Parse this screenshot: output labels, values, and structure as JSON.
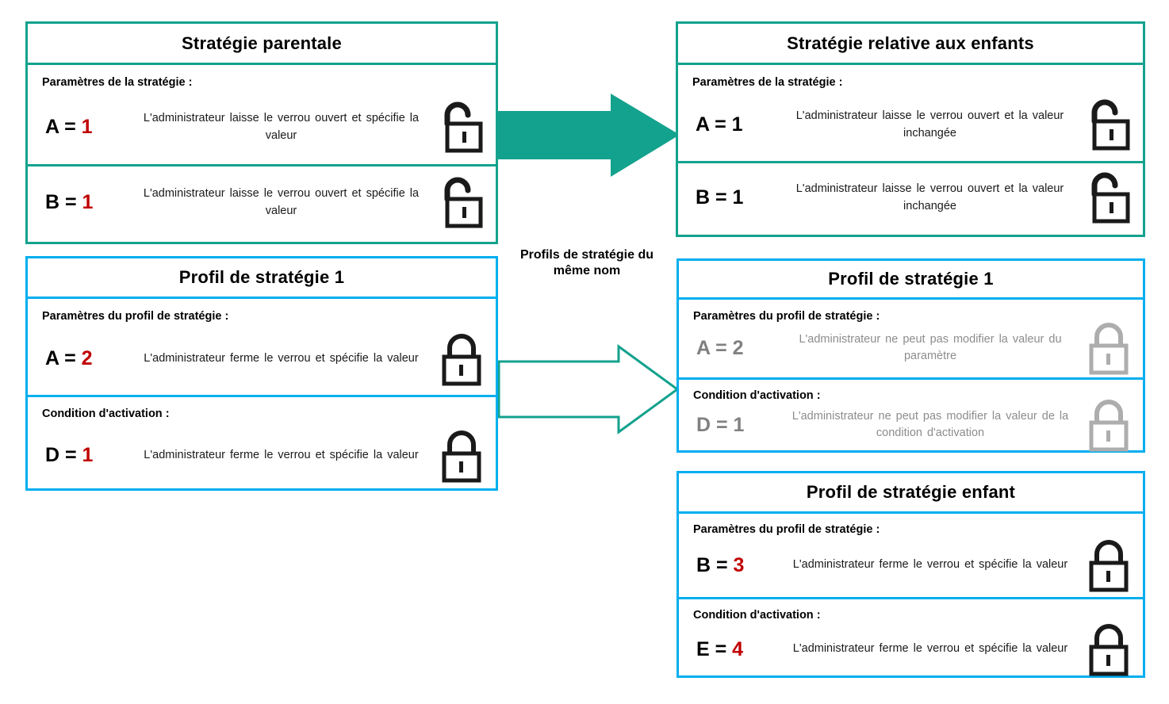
{
  "colors": {
    "teal": "#13a28d",
    "blue": "#00aeef",
    "red": "#c00000",
    "gray": "#808080",
    "black": "#000000",
    "white": "#ffffff"
  },
  "center_caption": {
    "line1": "Profils de stratégie du",
    "line2": "même nom"
  },
  "panels": {
    "parent_policy": {
      "title": "Stratégie parentale",
      "border": "teal",
      "sections": [
        {
          "label": "Paramètres de la stratégie :",
          "key": "A = ",
          "value": "1",
          "desc": "L'administrateur laisse le verrou ouvert et spécifie la valeur",
          "lock": "unlocked-icon",
          "muted": false
        },
        {
          "label": "",
          "key": "B = ",
          "value": "1",
          "desc": "L'administrateur laisse le verrou ouvert et spécifie la valeur",
          "lock": "unlocked-icon",
          "muted": false
        }
      ]
    },
    "child_policy": {
      "title": "Stratégie relative aux enfants",
      "border": "teal",
      "sections": [
        {
          "label": "Paramètres de la stratégie :",
          "key": "A = 1",
          "value": "",
          "desc": "L'administrateur laisse le verrou ouvert et la valeur inchangée",
          "lock": "unlocked-icon",
          "muted": false
        },
        {
          "label": "",
          "key": "B = 1",
          "value": "",
          "desc": "L'administrateur laisse le verrou ouvert et la valeur inchangée",
          "lock": "unlocked-icon",
          "muted": false
        }
      ]
    },
    "policy_profile_1_left": {
      "title": "Profil de stratégie 1",
      "border": "blue",
      "sections": [
        {
          "label": "Paramètres du profil de stratégie :",
          "key": "A = ",
          "value": "2",
          "desc": "L'administrateur ferme le verrou et spécifie la valeur",
          "lock": "locked-icon",
          "muted": false
        },
        {
          "label": "Condition d'activation :",
          "key": "D = ",
          "value": "1",
          "desc": "L'administrateur ferme le verrou et spécifie la valeur",
          "lock": "locked-icon",
          "muted": false
        }
      ]
    },
    "policy_profile_1_right": {
      "title": "Profil de stratégie 1",
      "border": "blue",
      "sections": [
        {
          "label": "Paramètres du profil de stratégie :",
          "key": "A = 2",
          "value": "",
          "desc": "L'administrateur ne peut pas modifier la valeur du paramètre",
          "lock": "locked-gray-icon",
          "muted": true
        },
        {
          "label": "Condition d'activation :",
          "key": "D = 1",
          "value": "",
          "desc": "L'administrateur ne peut pas modifier la valeur de la condition d'activation",
          "lock": "locked-gray-icon",
          "muted": true
        }
      ]
    },
    "child_policy_profile": {
      "title": "Profil de stratégie enfant",
      "border": "blue",
      "sections": [
        {
          "label": "Paramètres du profil de stratégie :",
          "key": "B = ",
          "value": "3",
          "desc": "L'administrateur ferme le verrou et spécifie la valeur",
          "lock": "locked-icon",
          "muted": false
        },
        {
          "label": "Condition d'activation :",
          "key": "E = ",
          "value": "4",
          "desc": "L'administrateur ferme le verrou et spécifie la valeur",
          "lock": "locked-icon",
          "muted": false
        }
      ]
    }
  },
  "arrows": [
    {
      "name": "solid-arrow-parent-to-child",
      "style": "filled",
      "color": "#13a28d"
    },
    {
      "name": "outline-arrow-profile-to-profile",
      "style": "outline",
      "color": "#13a28d"
    }
  ]
}
